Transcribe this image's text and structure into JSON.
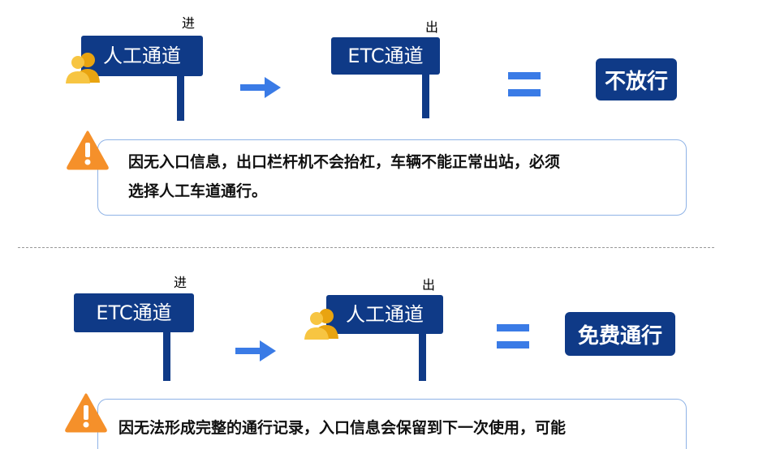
{
  "section1": {
    "entry_sign": {
      "label": "人工通道",
      "badge": "进"
    },
    "exit_sign": {
      "label": "ETC通道",
      "badge": "出"
    },
    "result": "不放行",
    "note_line1": "因无入口信息，出口栏杆机不会抬杠，车辆不能正常出站，必须",
    "note_line2": "选择人工车道通行。"
  },
  "section2": {
    "entry_sign": {
      "label": "ETC通道",
      "badge": "进"
    },
    "exit_sign": {
      "label": "人工通道",
      "badge": "出"
    },
    "result": "免费通行",
    "note_line1": "因无法形成完整的通行记录，入口信息会保留到下一次使用，可能"
  },
  "colors": {
    "sign_blue": "#0f3a87",
    "badge_yellow": "#f7b81c",
    "arrow_blue": "#3a7be6",
    "warning_orange": "#f5902a",
    "note_border": "#8fb3e6"
  },
  "icons": [
    "person-icon",
    "arrow-right-icon",
    "equals-icon",
    "warning-icon"
  ]
}
